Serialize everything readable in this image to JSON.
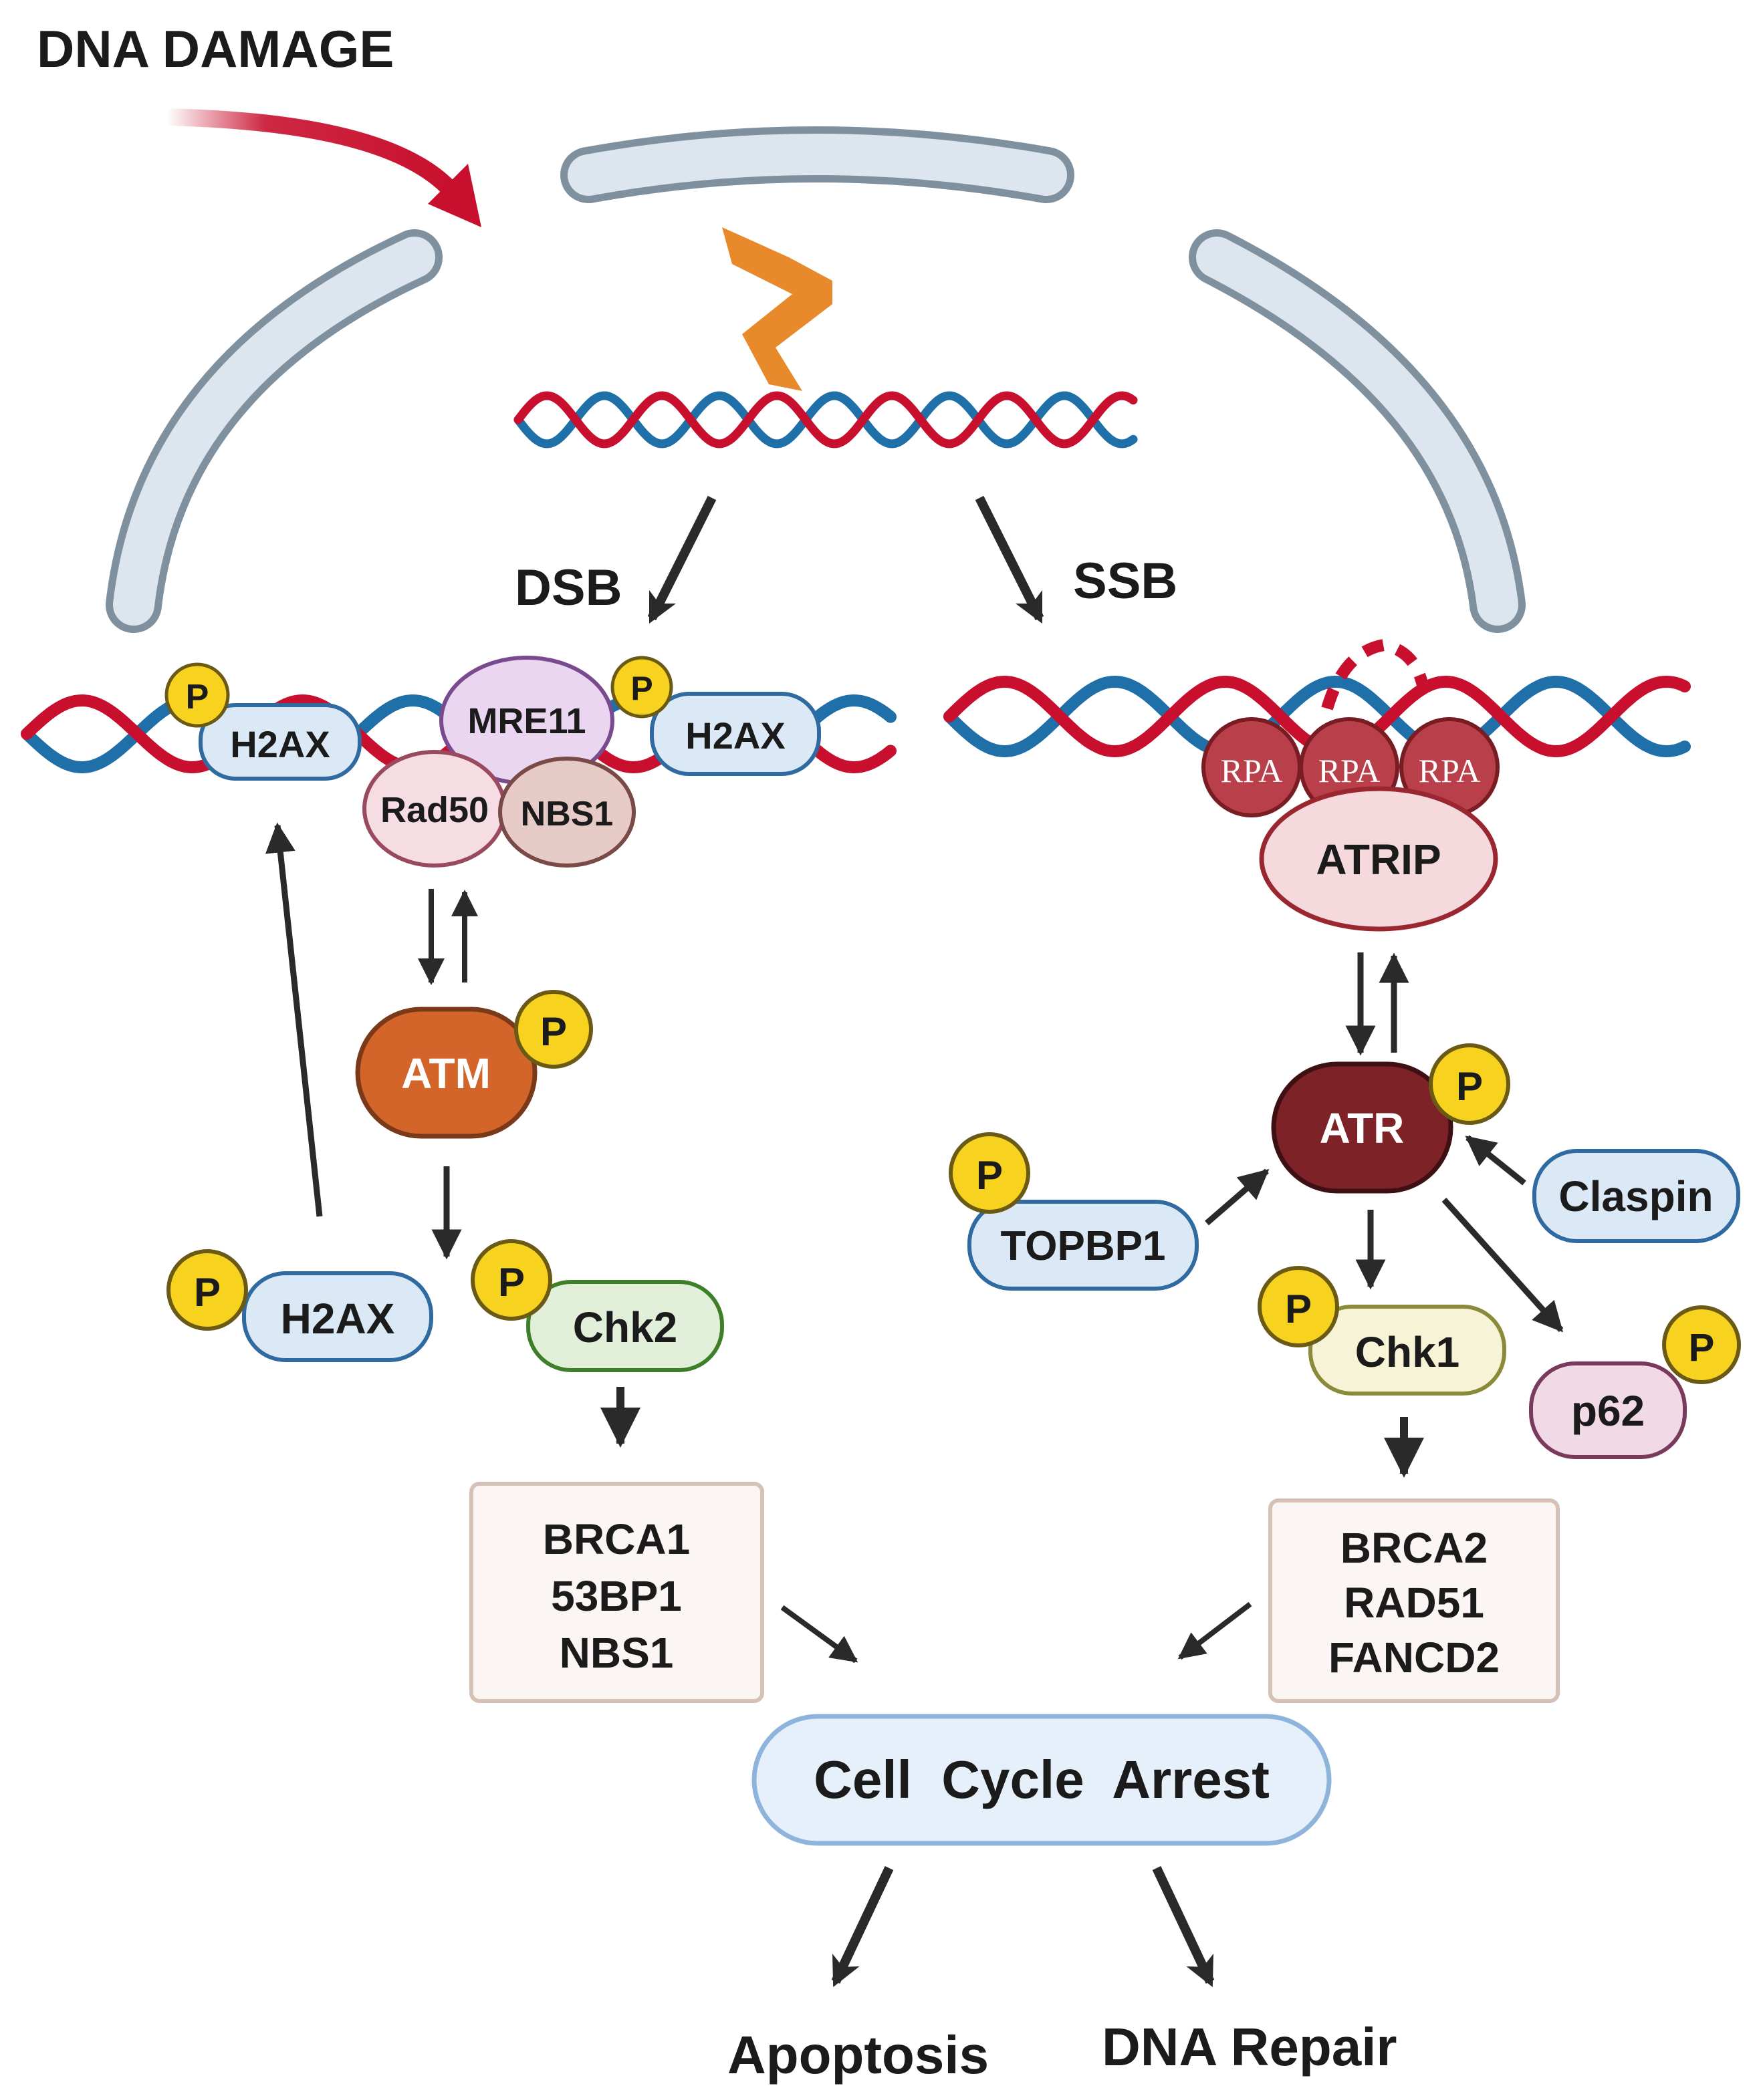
{
  "title": "DNA DAMAGE",
  "branches": {
    "dsb": "DSB",
    "ssb": "SSB"
  },
  "phospho": "P",
  "dsb_complex": {
    "h2ax_left": "H2AX",
    "h2ax_right": "H2AX",
    "mre11": "MRE11",
    "rad50": "Rad50",
    "nbs1": "NBS1"
  },
  "ssb_complex": {
    "rpa": [
      "RPA",
      "RPA",
      "RPA"
    ],
    "atrip": "ATRIP"
  },
  "kinases": {
    "atm": "ATM",
    "atr": "ATR"
  },
  "dsb_effectors": {
    "h2ax": "H2AX",
    "chk2": "Chk2"
  },
  "ssb_effectors": {
    "topbp1": "TOPBP1",
    "claspin": "Claspin",
    "chk1": "Chk1",
    "p62": "p62"
  },
  "dsb_targets": [
    "BRCA1",
    "53BP1",
    "NBS1"
  ],
  "ssb_targets": [
    "BRCA2",
    "RAD51",
    "FANCD2"
  ],
  "outcome": {
    "arrest": "Cell  Cycle  Arrest",
    "apoptosis": "Apoptosis",
    "repair": "DNA Repair"
  },
  "colors": {
    "dna_red": "#c8102e",
    "dna_blue": "#1f6fa8",
    "damage_orange": "#e8892b",
    "phospho_yellow": "#f7d21e",
    "atm": "#d4652a",
    "atr": "#7d2226",
    "arrest_fill": "#e6f0fb",
    "arrest_border": "#8fb4dc"
  }
}
